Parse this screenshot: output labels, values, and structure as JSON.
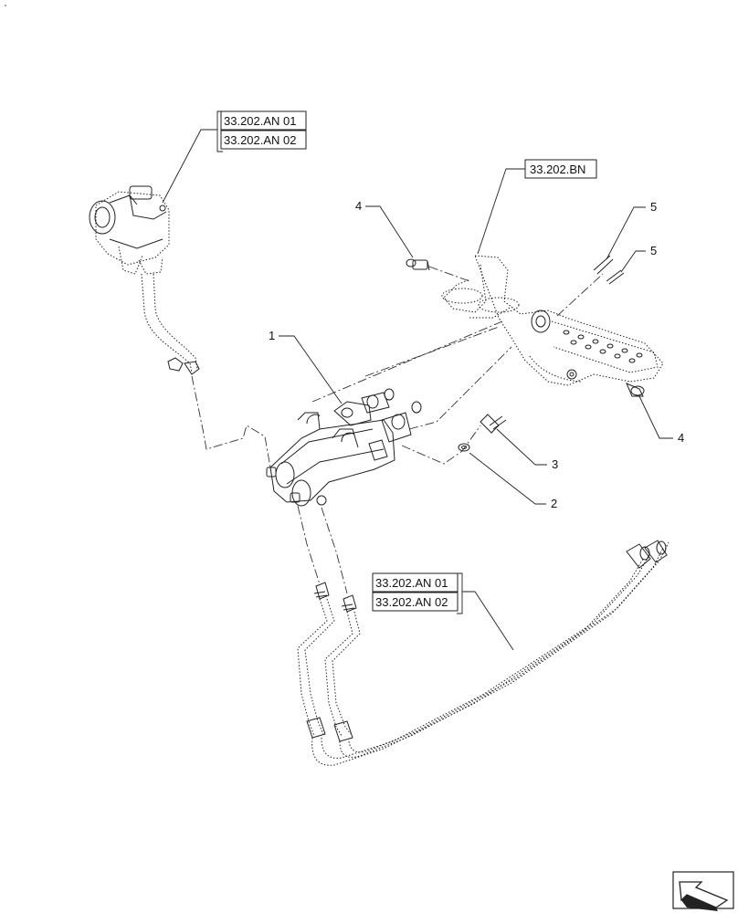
{
  "references": {
    "top_left": [
      "33.202.AN 01",
      "33.202.AN 02"
    ],
    "top_right": "33.202.BN",
    "bottom": [
      "33.202.AN 01",
      "33.202.AN 02"
    ]
  },
  "callouts": {
    "item_1": "1",
    "item_2": "2",
    "item_3": "3",
    "item_4_top": "4",
    "item_4_right": "4",
    "item_5_top": "5",
    "item_5_lower": "5"
  },
  "icons": {
    "corner": "orientation-arrow-icon",
    "reservoir": "reservoir-icon",
    "master_cylinder": "master-cylinder-icon",
    "pedal": "pedal-assembly-icon",
    "hoses": "hose-lines-icon"
  }
}
